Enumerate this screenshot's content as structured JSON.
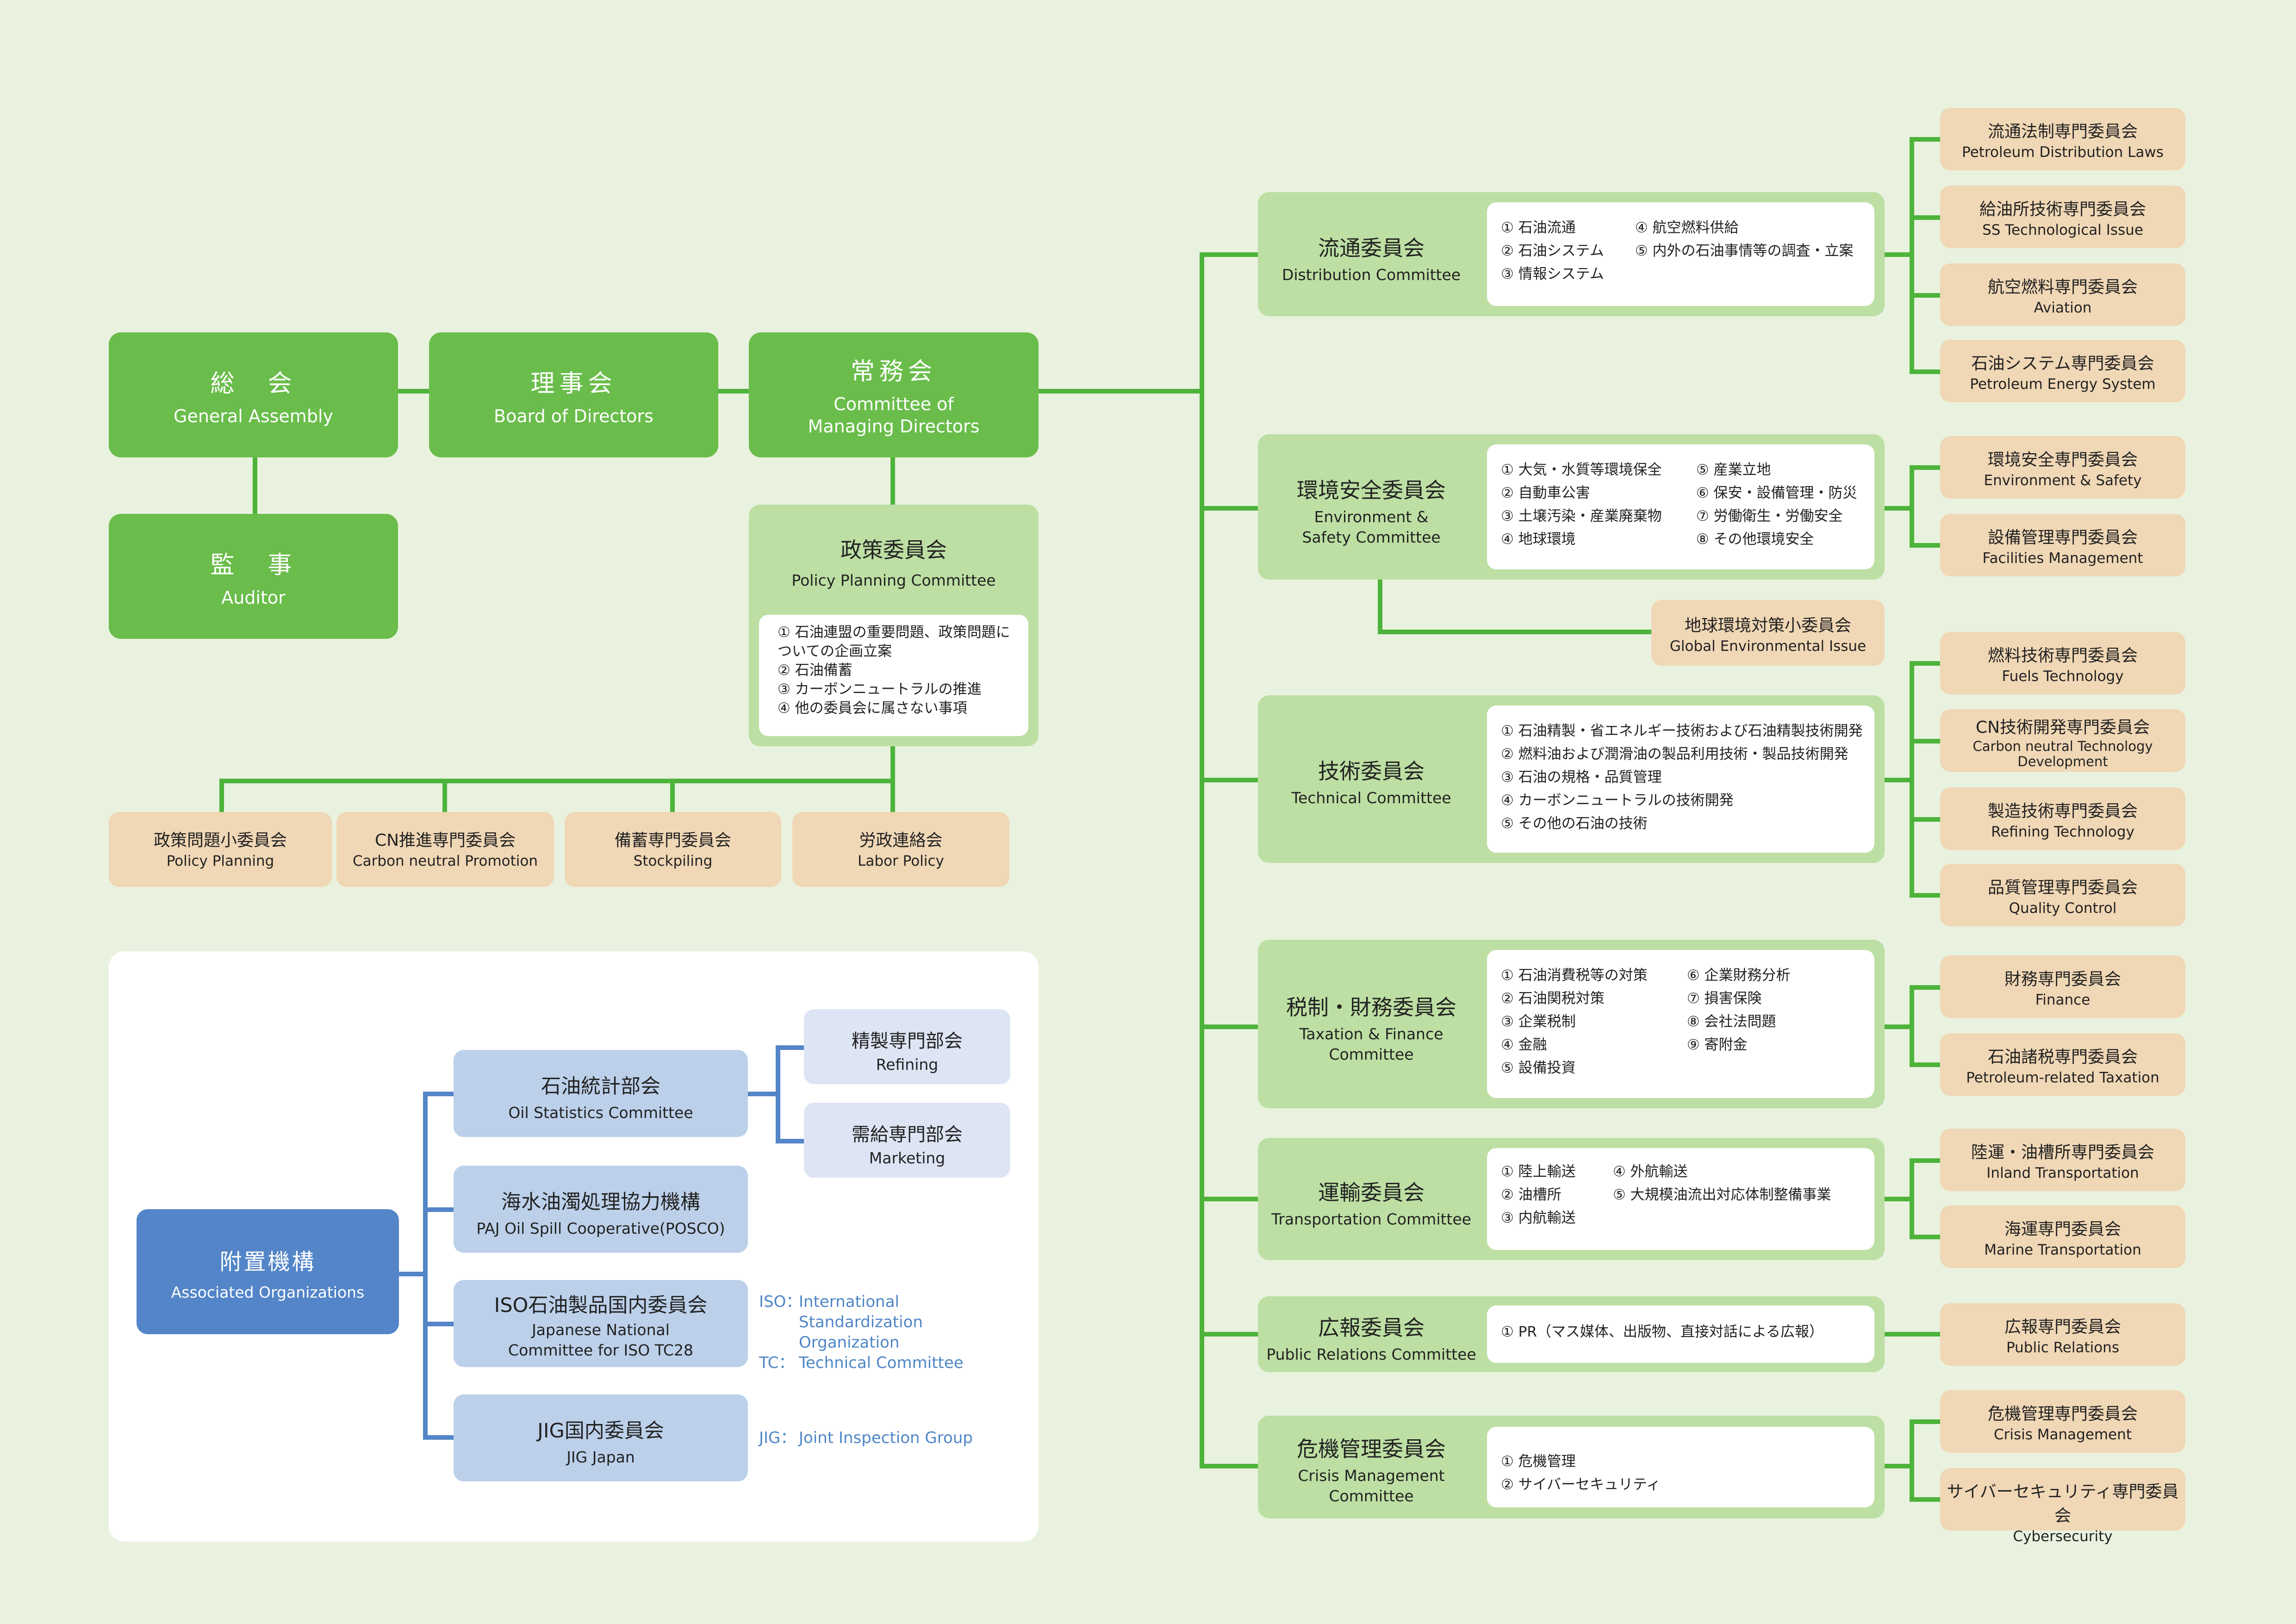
{
  "top": {
    "general_assembly": {
      "jp": "総　会",
      "en": "General Assembly"
    },
    "board": {
      "jp": "理事会",
      "en": "Board of Directors"
    },
    "managing": {
      "jp": "常務会",
      "en": "Committee of Managing Directors"
    },
    "auditor": {
      "jp": "監　事",
      "en": "Auditor"
    }
  },
  "policy_committee": {
    "jp": "政策委員会",
    "en": "Policy Planning Committee",
    "items": [
      "① 石油連盟の重要問題、政策問題についての企画立案",
      "② 石油備蓄",
      "③ カーボンニュートラルの推進",
      "④ 他の委員会に属さない事項"
    ]
  },
  "policy_subs": [
    {
      "jp": "政策問題小委員会",
      "en": "Policy Planning"
    },
    {
      "jp": "CN推進専門委員会",
      "en": "Carbon neutral Promotion"
    },
    {
      "jp": "備蓄専門委員会",
      "en": "Stockpiling"
    },
    {
      "jp": "労政連絡会",
      "en": "Labor Policy"
    }
  ],
  "committees": [
    {
      "jp": "流通委員会",
      "en": "Distribution Committee",
      "col1": [
        "① 石油流通",
        "② 石油システム",
        "③ 情報システム"
      ],
      "col2": [
        "④ 航空燃料供給",
        "⑤ 内外の石油事情等の調査・立案"
      ],
      "subs": [
        {
          "jp": "流通法制専門委員会",
          "en": "Petroleum Distribution Laws"
        },
        {
          "jp": "給油所技術専門委員会",
          "en": "SS Technological Issue"
        },
        {
          "jp": "航空燃料専門委員会",
          "en": "Aviation"
        },
        {
          "jp": "石油システム専門委員会",
          "en": "Petroleum Energy System"
        }
      ]
    },
    {
      "jp": "環境安全委員会",
      "en": "Environment & Safety Committee",
      "col1": [
        "① 大気・水質等環境保全",
        "② 自動車公害",
        "③ 土壌汚染・産業廃棄物",
        "④ 地球環境"
      ],
      "col2": [
        "⑤ 産業立地",
        "⑥ 保安・設備管理・防災",
        "⑦ 労働衛生・労働安全",
        "⑧ その他環境安全"
      ],
      "subs": [
        {
          "jp": "環境安全専門委員会",
          "en": "Environment & Safety"
        },
        {
          "jp": "設備管理専門委員会",
          "en": "Facilities Management"
        }
      ],
      "extra": {
        "jp": "地球環境対策小委員会",
        "en": "Global Environmental Issue"
      }
    },
    {
      "jp": "技術委員会",
      "en": "Technical Committee",
      "col1": [
        "① 石油精製・省エネルギー技術および石油精製技術開発",
        "② 燃料油および潤滑油の製品利用技術・製品技術開発",
        "③ 石油の規格・品質管理",
        "④ カーボンニュートラルの技術開発",
        "⑤ その他の石油の技術"
      ],
      "col2": [],
      "subs": [
        {
          "jp": "燃料技術専門委員会",
          "en": "Fuels Technology"
        },
        {
          "jp": "CN技術開発専門委員会",
          "en": "Carbon neutral Technology Development"
        },
        {
          "jp": "製造技術専門委員会",
          "en": "Refining Technology"
        },
        {
          "jp": "品質管理専門委員会",
          "en": "Quality Control"
        }
      ]
    },
    {
      "jp": "税制・財務委員会",
      "en": "Taxation & Finance Committee",
      "col1": [
        "① 石油消費税等の対策",
        "② 石油関税対策",
        "③ 企業税制",
        "④ 金融",
        "⑤ 設備投資"
      ],
      "col2": [
        "⑥ 企業財務分析",
        "⑦ 損害保険",
        "⑧ 会社法問題",
        "⑨ 寄附金"
      ],
      "subs": [
        {
          "jp": "財務専門委員会",
          "en": "Finance"
        },
        {
          "jp": "石油諸税専門委員会",
          "en": "Petroleum-related Taxation"
        }
      ]
    },
    {
      "jp": "運輸委員会",
      "en": "Transportation Committee",
      "col1": [
        "① 陸上輸送",
        "② 油槽所",
        "③ 内航輸送"
      ],
      "col2": [
        "④ 外航輸送",
        "⑤ 大規模油流出対応体制整備事業"
      ],
      "subs": [
        {
          "jp": "陸運・油槽所専門委員会",
          "en": "Inland Transportation"
        },
        {
          "jp": "海運専門委員会",
          "en": "Marine Transportation"
        }
      ]
    },
    {
      "jp": "広報委員会",
      "en": "Public Relations Committee",
      "col1": [
        "① PR（マス媒体、出版物、直接対話による広報）"
      ],
      "col2": [],
      "subs": [
        {
          "jp": "広報専門委員会",
          "en": "Public Relations"
        }
      ]
    },
    {
      "jp": "危機管理委員会",
      "en": "Crisis Management Committee",
      "col1": [
        "① 危機管理",
        "② サイバーセキュリティ"
      ],
      "col2": [],
      "subs": [
        {
          "jp": "危機管理専門委員会",
          "en": "Crisis Management"
        },
        {
          "jp": "サイバーセキュリティ専門委員会",
          "en": "Cybersecurity"
        }
      ]
    }
  ],
  "associated": {
    "jp": "附置機構",
    "en": "Associated Organizations",
    "orgs": [
      {
        "jp": "石油統計部会",
        "en": "Oil Statistics Committee"
      },
      {
        "jp": "海水油濁処理協力機構",
        "en": "PAJ Oil Spill Cooperative(POSCO)"
      },
      {
        "jp": "ISO石油製品国内委員会",
        "en": "Japanese National Committee for ISO TC28"
      },
      {
        "jp": "JIG国内委員会",
        "en": "JIG Japan"
      }
    ],
    "stat_subs": [
      {
        "jp": "精製専門部会",
        "en": "Refining"
      },
      {
        "jp": "需給専門部会",
        "en": "Marketing"
      }
    ],
    "notes": {
      "iso_label": "ISO：",
      "iso_text": "International Standardization Organization",
      "tc_label": "TC：",
      "tc_text": "Technical Committee",
      "jig_label": "JIG：",
      "jig_text": "Joint Inspection Group"
    }
  },
  "colors": {
    "background": "#e9f2df",
    "dark_green": "#6abd4b",
    "light_green": "#bddfa3",
    "peach": "#f0d7b5",
    "blue": "#5385c8",
    "light_blue": "#bcd0ea",
    "line_green": "#4eb33a"
  }
}
